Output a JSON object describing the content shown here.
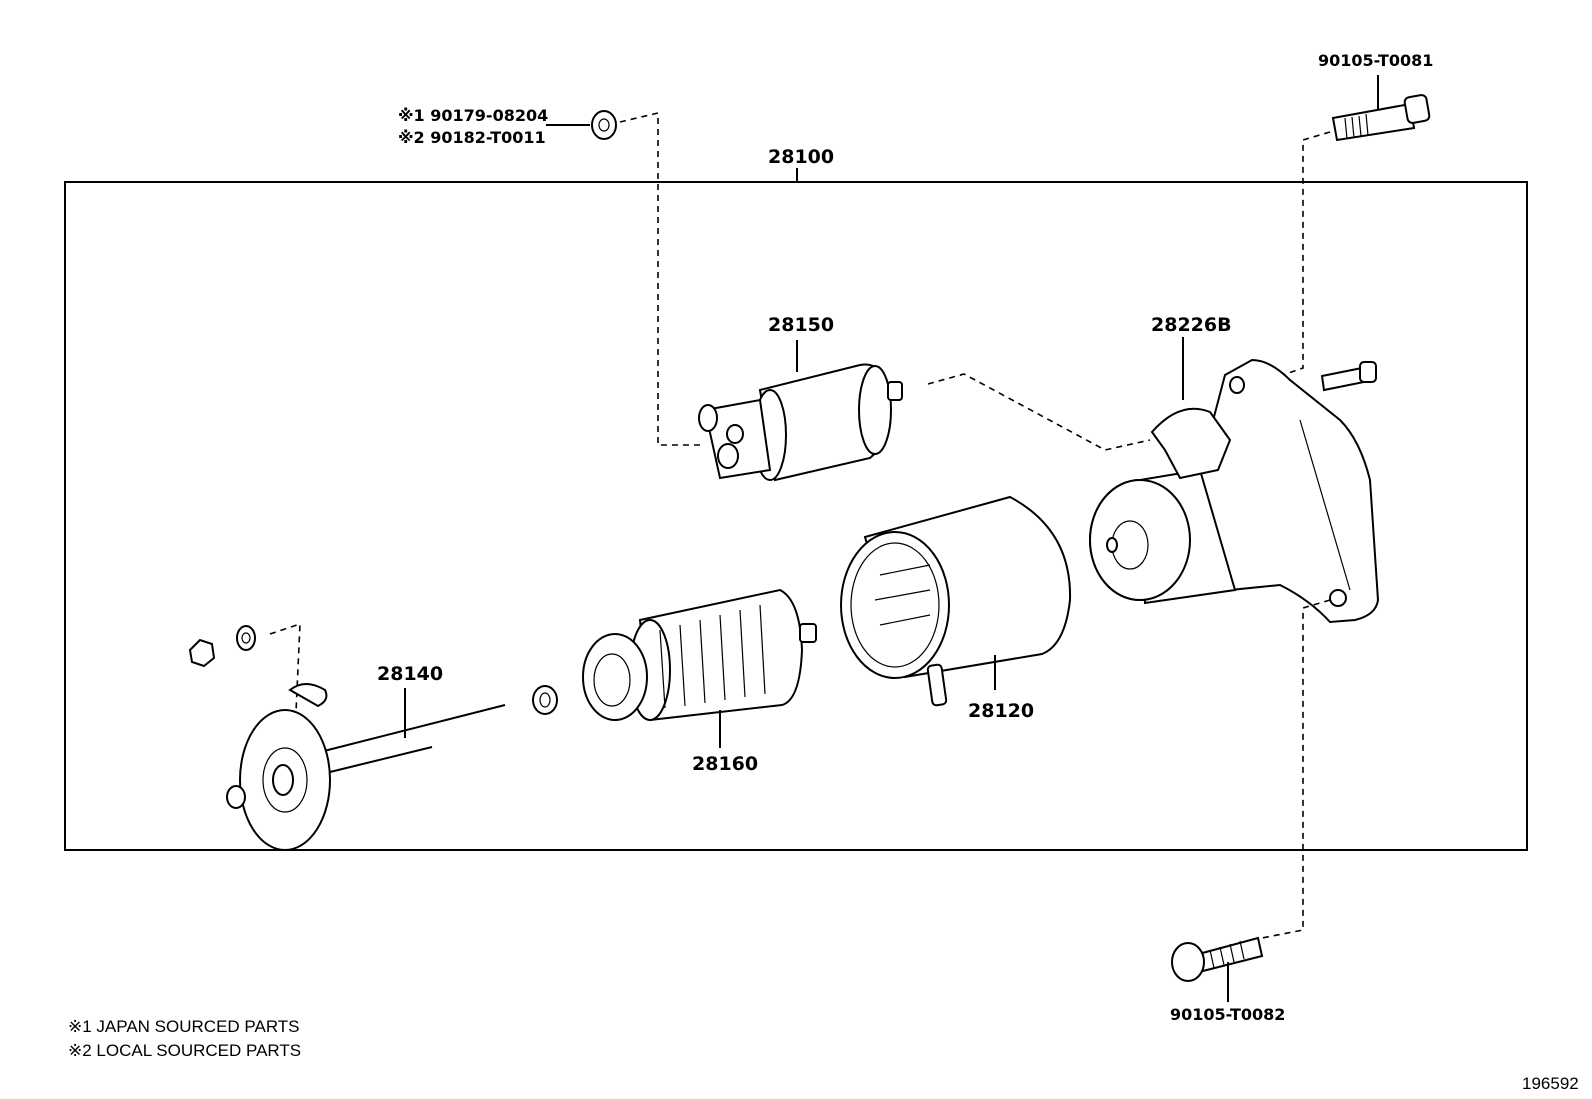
{
  "labels": {
    "assembly": "28100",
    "solenoid": "28150",
    "housing": "28226B",
    "end_frame": "28140",
    "armature": "28160",
    "yoke": "28120",
    "bolt_top": "90105-T0081",
    "bolt_bottom": "90105-T0082",
    "nut_japan": "※1 90179-08204",
    "nut_local": "※2 90182-T0011"
  },
  "notes": {
    "note1": "※1 JAPAN SOURCED PARTS",
    "note2": "※2 LOCAL SOURCED PARTS"
  },
  "figure_id": "196592"
}
